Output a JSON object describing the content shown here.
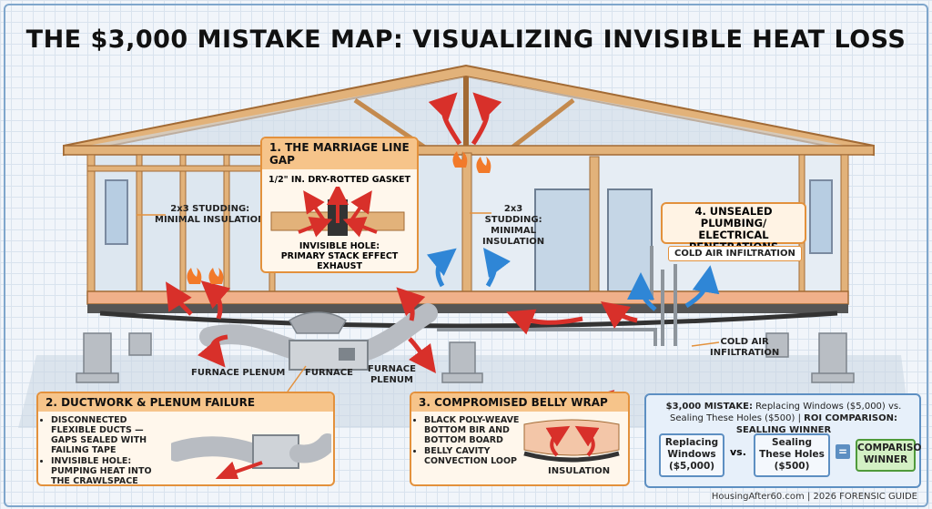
{
  "title": "THE $3,000 MISTAKE MAP: VISUALIZING INVISIBLE HEAT LOSS",
  "labels": {
    "studding_left": [
      "2x3 STUDDING:",
      "MINIMAL INSULATION"
    ],
    "studding_mid": [
      "2x3",
      "STUDDING:",
      "MINIMAL",
      "INSULATION"
    ],
    "furnace_plenum_left": "FURNACE PLENUM",
    "furnace": "FURNACE",
    "furnace_plenum_right": [
      "FURNACE",
      "PLENUM"
    ],
    "cold_air_right": [
      "COLD AIR",
      "INFILTRATION"
    ],
    "insulation": "INSULATION"
  },
  "box1": {
    "head": "1. THE MARRIAGE LINE GAP",
    "gasket": "1/2\" IN. DRY-ROTTED GASKET",
    "hole_line1": "INVISIBLE HOLE:",
    "hole_line2": "PRIMARY STACK EFFECT EXHAUST"
  },
  "box2": {
    "head": "2. DUCTWORK & PLENUM FAILURE",
    "items": [
      "DISCONNECTED FLEXIBLE DUCTS — GAPS SEALED WITH FAILING TAPE",
      "INVISIBLE HOLE: PUMPING HEAT INTO THE CRAWLSPACE"
    ]
  },
  "box3": {
    "head": "3. COMPROMISED BELLY WRAP",
    "items": [
      "BLACK POLY-WEAVE BOTTOM BIR AND BOTTOM BOARD",
      "BELLY CAVITY CONVECTION LOOP"
    ]
  },
  "box4": {
    "head_line1": "4. UNSEALED PLUMBING/",
    "head_line2": "ELECTRICAL",
    "head_line3": "PENETRATIONS",
    "sub": "COLD AIR INFILTRATION"
  },
  "comparison": {
    "mistake_bold": "$3,000 MISTAKE:",
    "mistake_text": " Replacing Windows ($5,000) vs. Sealing These Holes ($500) | ",
    "roi_bold": "ROI COMPARISON: SEALLING WINNER",
    "left_line1": "Replacing",
    "left_line2": "Windows",
    "left_line3": "($5,000)",
    "vs": "vs.",
    "right_line1": "Sealing",
    "right_line2": "These Holes",
    "right_line3": "($500)",
    "equals": "=",
    "result_line1": "COMPARISO",
    "result_line2": "WINNER"
  },
  "footer": "HousingAfter60.com | 2026 FORENSIC GUIDE",
  "colors": {
    "wood": "#e2b27a",
    "wood_dark": "#a26a34",
    "orange": "#e3913c",
    "blue_arrow": "#2f86d6",
    "red_arrow": "#d8302a",
    "duct": "#b8bcc2"
  }
}
